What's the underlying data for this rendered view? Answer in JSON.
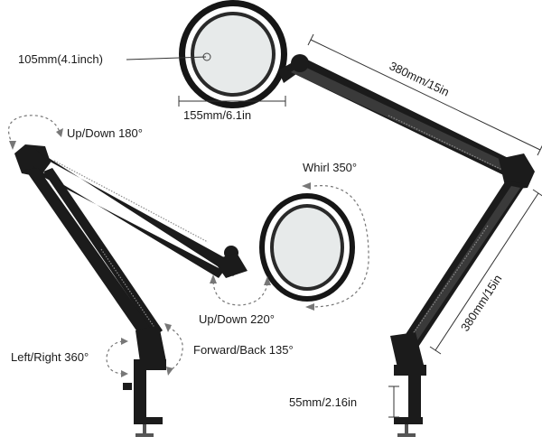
{
  "dimensions": {
    "lens_diameter": "105mm(4.1inch)",
    "head_width": "155mm/6.1in",
    "upper_arm_length": "380mm/15in",
    "lower_arm_length": "380mm/15in",
    "clamp_opening": "55mm/2.16in"
  },
  "rotations": {
    "top_up_down": "Up/Down 180°",
    "whirl": "Whirl 350°",
    "head_up_down": "Up/Down 220°",
    "left_right": "Left/Right 360°",
    "forward_back": "Forward/Back 135°"
  },
  "colors": {
    "arm": "#1b1b1b",
    "lens": "#e7eaea",
    "arrow": "#777777"
  }
}
